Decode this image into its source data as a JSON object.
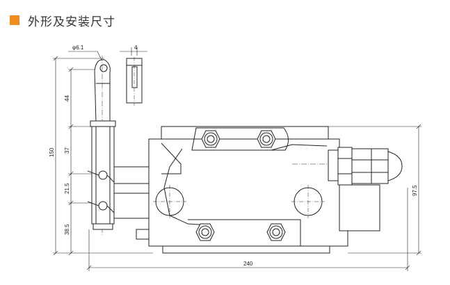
{
  "header": {
    "title": "外形及安装尺寸"
  },
  "colors": {
    "accent": "#f08c1e",
    "line": "#222222"
  },
  "icons": {
    "title_marker": "orange-square"
  },
  "dimensions": {
    "hole_dia": "φ6.1",
    "slot_width": "4",
    "overall_height": "150",
    "seg_44": "44",
    "seg_37": "37",
    "seg_21_5": "21.5",
    "seg_38_5": "38.5",
    "right_height": "97.5",
    "overall_width": "240"
  }
}
